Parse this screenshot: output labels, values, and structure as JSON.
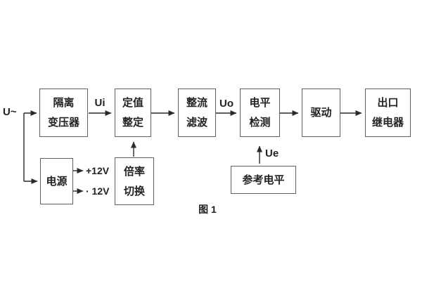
{
  "figure": {
    "caption": "图 1",
    "background": "#ffffff",
    "box_border_color": "#5f5f5f",
    "wire_color": "#2a2a2a",
    "text_color": "#222222"
  },
  "blocks": [
    {
      "name": "isolation-transformer",
      "lines": [
        "隔离",
        "变压器"
      ]
    },
    {
      "name": "setpoint-setting",
      "lines": [
        "定值",
        "整定"
      ]
    },
    {
      "name": "rectifier-filter",
      "lines": [
        "整流",
        "滤波"
      ]
    },
    {
      "name": "level-detection",
      "lines": [
        "电平",
        "检测"
      ]
    },
    {
      "name": "driver",
      "lines": [
        "驱动"
      ]
    },
    {
      "name": "output-relay",
      "lines": [
        "出口",
        "继电器"
      ]
    },
    {
      "name": "power-supply",
      "lines": [
        "电源"
      ]
    },
    {
      "name": "multiplier-switching",
      "lines": [
        "倍率",
        "切换"
      ]
    },
    {
      "name": "reference-level",
      "lines": [
        "参考电平"
      ]
    }
  ],
  "labels": {
    "input_ac": "U~",
    "ui": "Ui",
    "uo": "Uo",
    "ue": "Ue",
    "rail_positive": "+12V",
    "rail_negative": "· 12V"
  }
}
